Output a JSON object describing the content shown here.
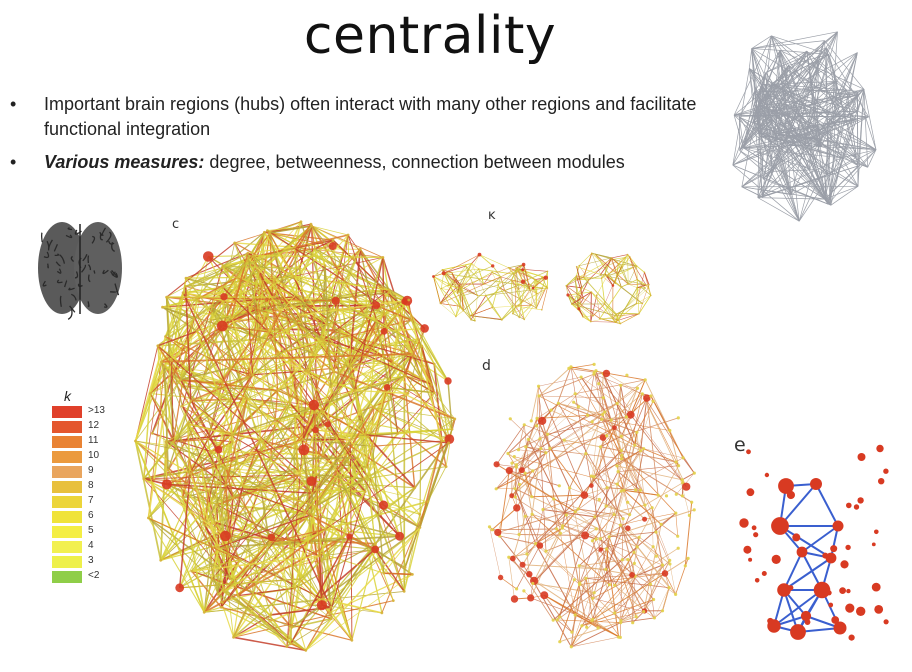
{
  "slide": {
    "title": "centrality",
    "bullets": [
      {
        "text": "Important brain regions (hubs) often interact with many other regions and facilitate functional integration"
      },
      {
        "emphasis": "Various measures:",
        "text": " degree, betweenness, connection between modules"
      }
    ],
    "bullet_glyph": "•"
  },
  "panels": {
    "c": "c",
    "b": "ĸ",
    "d": "d",
    "e": "e"
  },
  "legend": {
    "label": "k",
    "items": [
      {
        "label": ">13",
        "color": "#e0402a"
      },
      {
        "label": "12",
        "color": "#e4572e"
      },
      {
        "label": "11",
        "color": "#e98334"
      },
      {
        "label": "10",
        "color": "#eb9a3e"
      },
      {
        "label": "9",
        "color": "#e9a55e"
      },
      {
        "label": "8",
        "color": "#e8c03d"
      },
      {
        "label": "7",
        "color": "#ecd53a"
      },
      {
        "label": "6",
        "color": "#f0e33a"
      },
      {
        "label": "5",
        "color": "#f4ee44"
      },
      {
        "label": "4",
        "color": "#f2f050"
      },
      {
        "label": "3",
        "color": "#eef04a"
      },
      {
        "label": "<2",
        "color": "#8fce48"
      }
    ]
  },
  "colors": {
    "hub_node": "#d83a22",
    "edge_yellow": "#d9d23a",
    "edge_orange": "#d9782c",
    "edge_red": "#c43e2a",
    "module_edge_blue": "#3a5fcf",
    "mesh_gray": "#8a8f99"
  },
  "icons": [
    "brain-photo-icon",
    "network-mesh-icon"
  ]
}
